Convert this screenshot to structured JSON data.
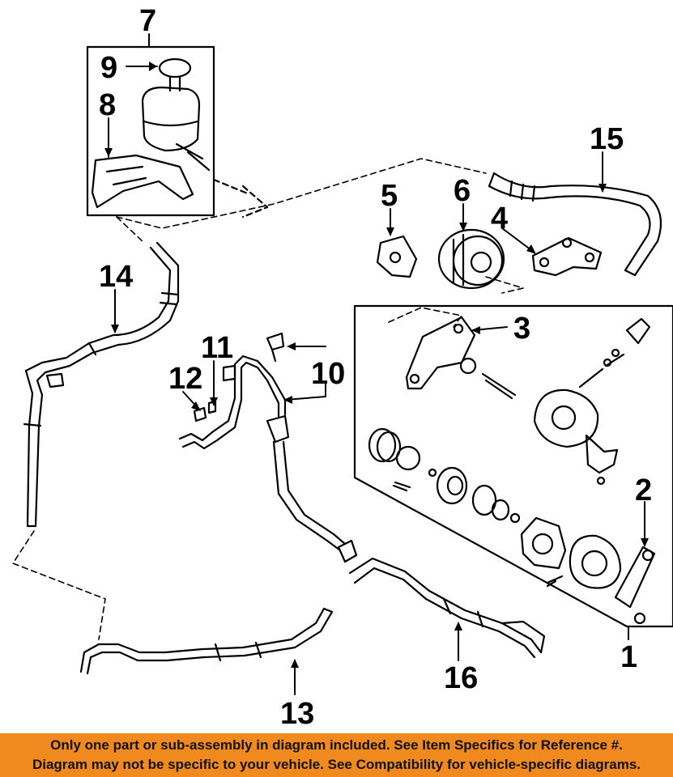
{
  "callouts": {
    "c1": "1",
    "c2": "2",
    "c3": "3",
    "c4": "4",
    "c5": "5",
    "c6": "6",
    "c7": "7",
    "c8": "8",
    "c9": "9",
    "c10": "10",
    "c11": "11",
    "c12": "12",
    "c13": "13",
    "c14": "14",
    "c15": "15",
    "c16": "16"
  },
  "footer": {
    "line1": "Only one part or sub-assembly in diagram included. See Item Specifics for Reference #.",
    "line2": "Diagram may not be specific to your vehicle. See Compatibility for vehicle-specific diagrams."
  },
  "colors": {
    "footer_bg": "#f08a1f",
    "line": "#000000"
  }
}
